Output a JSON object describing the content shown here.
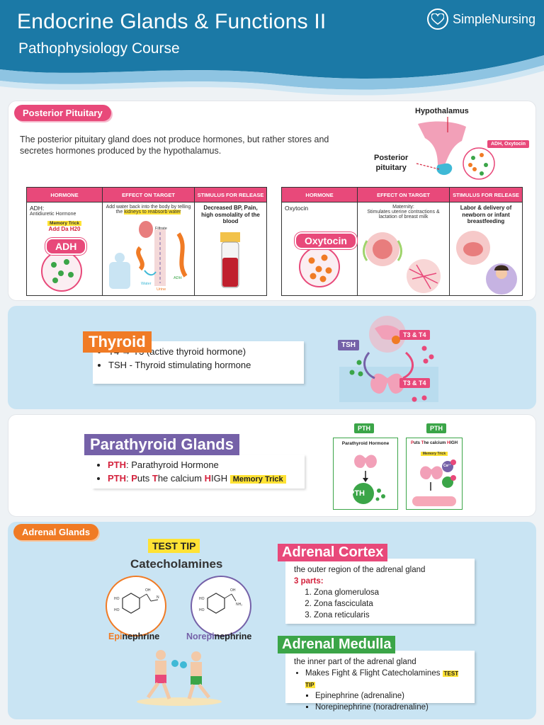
{
  "header": {
    "title": "Endocrine Glands & Functions II",
    "subtitle": "Pathophysiology Course",
    "brand": "SimpleNursing"
  },
  "colors": {
    "header": "#1b79a6",
    "pink": "#e8497a",
    "orange": "#f07b25",
    "purple": "#7561a8",
    "green": "#3ba548",
    "light_blue": "#c9e4f3",
    "yellow": "#ffe234"
  },
  "posterior": {
    "pill": "Posterior Pituitary",
    "description": "The posterior pituitary gland does not produce hormones, but rather stores and secretes hormones produced by the hypothalamus.",
    "diagram": {
      "hypothalamus": "Hypothalamus",
      "posterior_line1": "Posterior",
      "posterior_line2": "pituitary",
      "tag": "ADH, Oxytocin"
    },
    "headers": [
      "HORMONE",
      "EFFECT ON TARGET",
      "STIMULUS FOR RELEASE"
    ],
    "adh": {
      "name": "ADH:",
      "full": "Antidiuretic Hormone",
      "memory": "Memory Trick",
      "trick": "Add Da H20",
      "badge": "ADH",
      "effect_pre": "Add water back into the body by telling the ",
      "effect_hl": "kidneys to reabsorb water",
      "labels": {
        "filtrate": "Filtrate",
        "water": "Water",
        "urine": "Urine",
        "adh": "ADH"
      },
      "stimulus": "Decreased BP, Pain, high osmolality of the blood"
    },
    "oxytocin": {
      "name": "Oxytocin",
      "badge": "Oxytocin",
      "effect_title": "Maternity:",
      "effect": "Stimulates uterine contractions & lactation of breast milk",
      "stimulus": "Labor & delivery of newborn or infant breastfeeding"
    }
  },
  "thyroid": {
    "heading": "Thyroid",
    "items": [
      "T4 → T3  (active thyroid hormone)",
      "TSH - Thyroid stimulating hormone"
    ],
    "diagram": {
      "tsh": "TSH",
      "t3t4_top": "T3 & T4",
      "t3t4_bottom": "T3 & T4"
    }
  },
  "parathyroid": {
    "heading": "Parathyroid Glands",
    "item1_bold": "PTH",
    "item1_rest": ": Parathyroid Hormone",
    "item2_p": "P",
    "item2_uts": "uts ",
    "item2_t": "T",
    "item2_he": "he calcium ",
    "item2_h": "H",
    "item2_igh": "IGH",
    "memory": "Memory Trick",
    "card1": {
      "tag": "PTH",
      "title": "Parathyroid Hormone",
      "blob": "PTH"
    },
    "card2": {
      "tag": "PTH",
      "title_p": "P",
      "title_uts": "uts ",
      "title_t": "T",
      "title_he": "he calcium ",
      "title_h": "H",
      "title_igh": "IGH",
      "memory": "Memory Trick",
      "ca": "Ca²⁺"
    }
  },
  "adrenal": {
    "pill": "Adrenal Glands",
    "test_tip": "TEST TIP",
    "catecholamines": "Catecholamines",
    "epi_hl": "Epi",
    "epi_rest": "nephrine",
    "norepi_hl": "Norepi",
    "norepi_rest": "nephrine",
    "cortex": {
      "heading": "Adrenal Cortex",
      "desc": "the outer region of the adrenal gland",
      "parts_label": "3 parts:",
      "parts": [
        "Zona glomerulosa",
        "Zona fasciculata",
        "Zona reticularis"
      ]
    },
    "medulla": {
      "heading": "Adrenal Medulla",
      "desc": "the inner part of the adrenal gland",
      "bullet": "Makes Fight & Flight Catecholamines",
      "test_tip": "TEST TIP",
      "sub": [
        "Epinephrine (adrenaline)",
        "Norepinephrine (noradrenaline)"
      ]
    }
  }
}
